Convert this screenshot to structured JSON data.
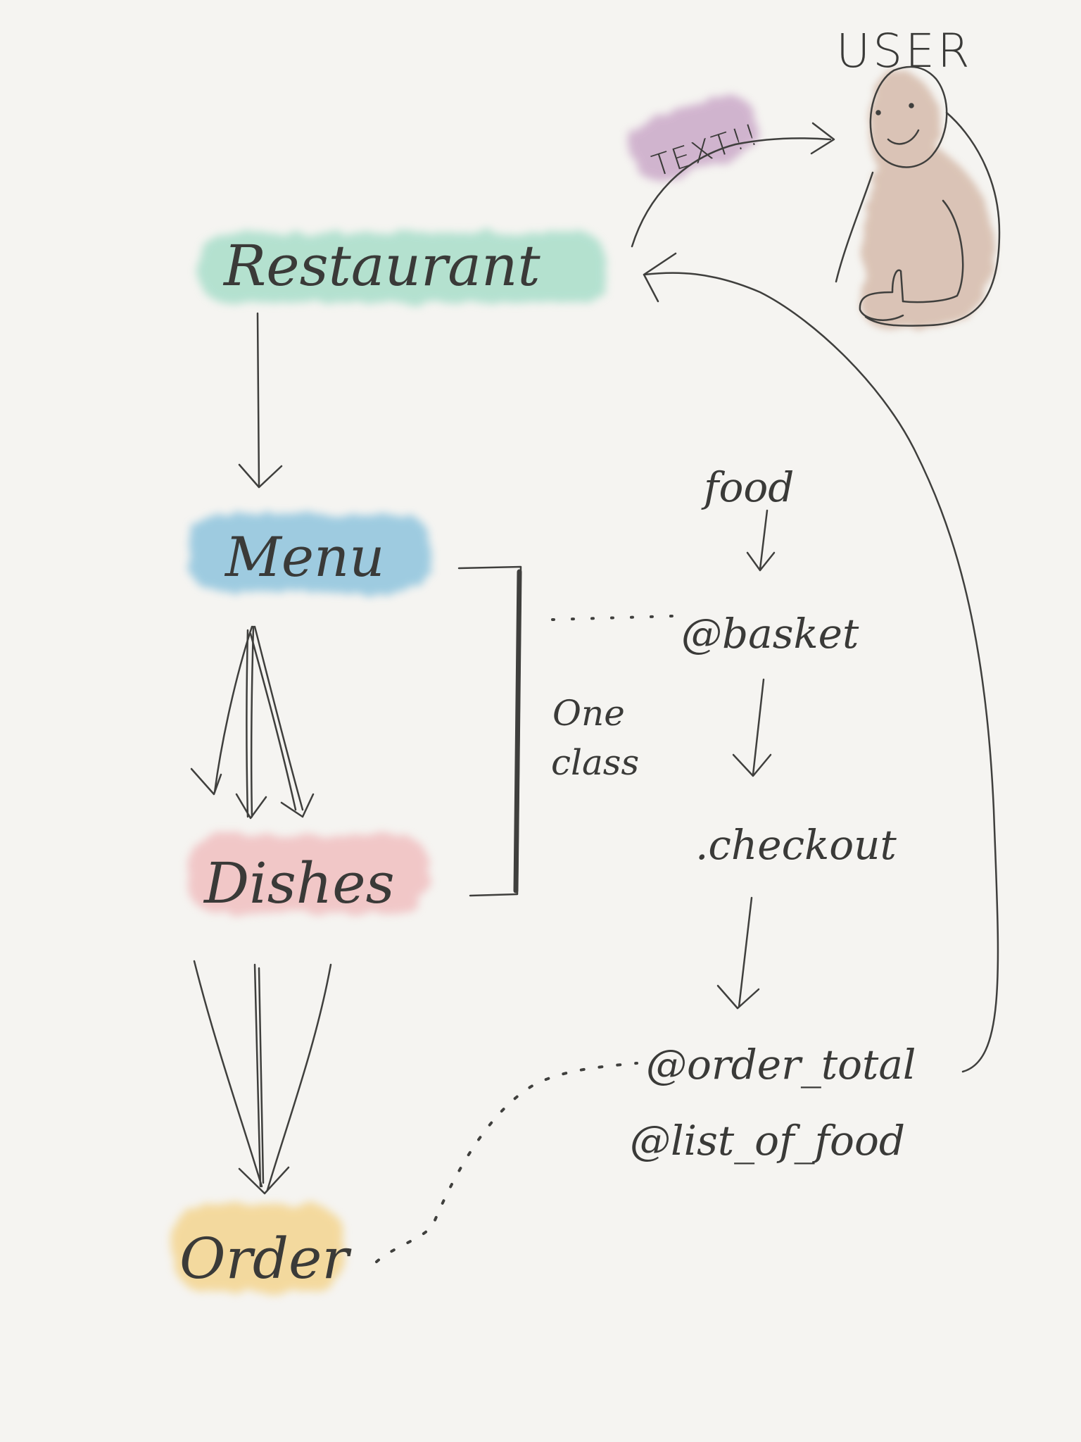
{
  "nodes": {
    "restaurant": {
      "label": "Restaurant",
      "color": "#7fd2b5"
    },
    "menu": {
      "label": "Menu",
      "color": "#6fb6d8"
    },
    "dishes": {
      "label": "Dishes",
      "color": "#eea3a6"
    },
    "order": {
      "label": "Order",
      "color": "#f3c868"
    }
  },
  "user": {
    "label": "USER",
    "body_color": "#c9a48f"
  },
  "text_badge": {
    "label": "TEXT!!",
    "color": "#b98ab8"
  },
  "annotations": {
    "one_class_line1": "One",
    "one_class_line2": "class",
    "food": "food",
    "basket": "@basket",
    "checkout": ".checkout",
    "order_total": "@order_total",
    "list_of_food": "@list_of_food"
  }
}
